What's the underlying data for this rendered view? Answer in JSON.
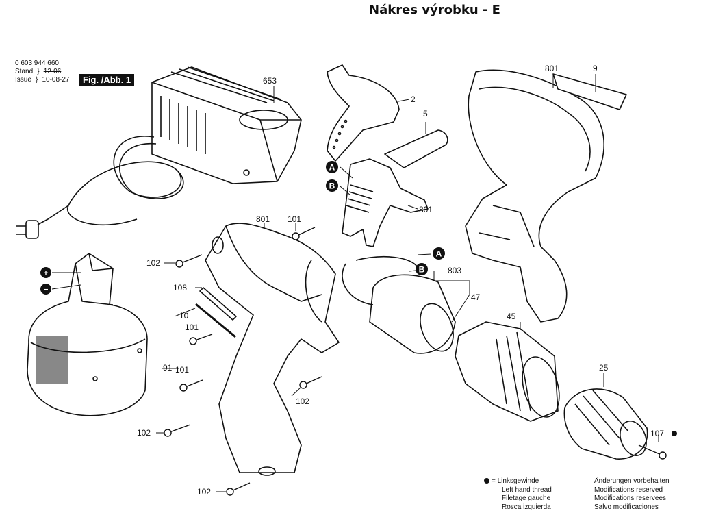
{
  "page_title": "Nákres výrobku - E",
  "document": {
    "part_number": "0 603 944 660",
    "stand_label": "Stand",
    "issue_label": "Issue",
    "stand_value_struck": "12-06",
    "issue_value": "10-08-27",
    "figure_label": "Fig. /Abb. 1"
  },
  "parts": {
    "charger": "653",
    "cover": "2",
    "switch_cover": "5",
    "housing_right_top": "801",
    "label_plate": "9",
    "switch": "801",
    "housing_left": "801",
    "screw_101_top": "101",
    "screw_102_top": "102",
    "bit": "108",
    "bit_clip": "10",
    "screw_101_mid": "101",
    "screw_101_low": "101",
    "screw_102_mid": "102",
    "screw_102_low": "102",
    "screw_102_bottom": "102",
    "battery": "91",
    "motor": "803",
    "pinion": "47",
    "gearbox": "45",
    "chuck": "25",
    "chuck_screw": "107"
  },
  "markers": {
    "a": "A",
    "b": "B",
    "plus": "+",
    "minus": "−"
  },
  "legend": {
    "symbol_eq": "=",
    "left_hand_thread": [
      "Linksgewinde",
      "Left hand thread",
      "Filetage gauche",
      "Rosca izquierda"
    ],
    "modifications": [
      "Änderungen vorbehalten",
      "Modifications reserved",
      "Modifications reservees",
      "Salvo modificaciones"
    ]
  }
}
